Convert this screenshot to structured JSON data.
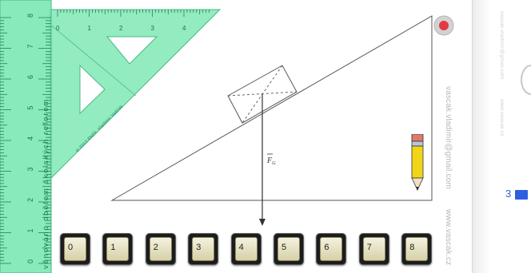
{
  "ruler": {
    "caption": "věnováno obětem školských reforem",
    "triangle_credit": "© 2012 RNDr. Vladimír Vaščák",
    "long_scale_numbers": [
      "0",
      "1",
      "2",
      "3",
      "4",
      "5",
      "6",
      "7",
      "8"
    ],
    "short_scale_numbers": [
      "0",
      "1",
      "2",
      "3",
      "4"
    ]
  },
  "diagram": {
    "force_label": "F",
    "force_subscript": "G"
  },
  "watermarks": {
    "email": "vascak.vladimir@gmail.com",
    "site": "www.vascak.cz"
  },
  "right_panel": {
    "email": "vascak.vladimir@gmail.com",
    "site": "www.vascak.cz",
    "badge": "3"
  },
  "keys": [
    "0",
    "1",
    "2",
    "3",
    "4",
    "5",
    "6",
    "7",
    "8"
  ],
  "colors": {
    "ruler_green": "#7be7b2",
    "record_red": "#e23a44",
    "pencil_yellow": "#f2d41a",
    "pencil_eraser": "#e07a6a",
    "badge_blue": "#2f5fe0"
  },
  "icons": {
    "record": "record-button-icon",
    "pencil": "pencil-icon"
  }
}
